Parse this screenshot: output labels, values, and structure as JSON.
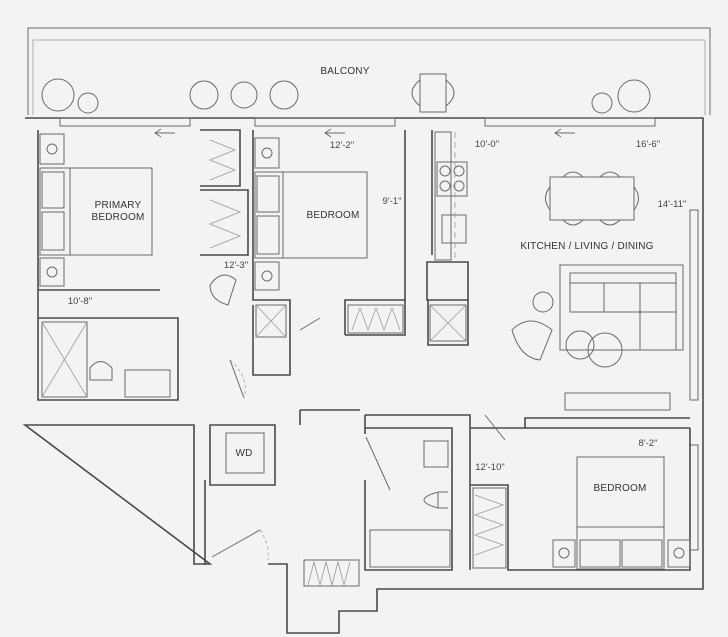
{
  "plan": {
    "rooms": {
      "balcony": "BALCONY",
      "primary_bedroom_line1": "PRIMARY",
      "primary_bedroom_line2": "BEDROOM",
      "bedroom_2": "BEDROOM",
      "kitchen_living_dining": "KITCHEN / LIVING / DINING",
      "bedroom_3": "BEDROOM",
      "laundry": "WD"
    },
    "dimensions": {
      "bedroom_2_width": "12'-2\"",
      "bedroom_2_depth": "9'-1\"",
      "kitchen_width": "10'-0\"",
      "living_width": "16'-6\"",
      "living_depth": "14'-11\"",
      "primary_depth": "12'-3\"",
      "primary_width": "10'-8\"",
      "bedroom_3_width": "8'-2\"",
      "bedroom_3_depth": "12'-10\""
    },
    "colors": {
      "background": "#f3f3f3",
      "wall": "#4a4a4a"
    }
  }
}
